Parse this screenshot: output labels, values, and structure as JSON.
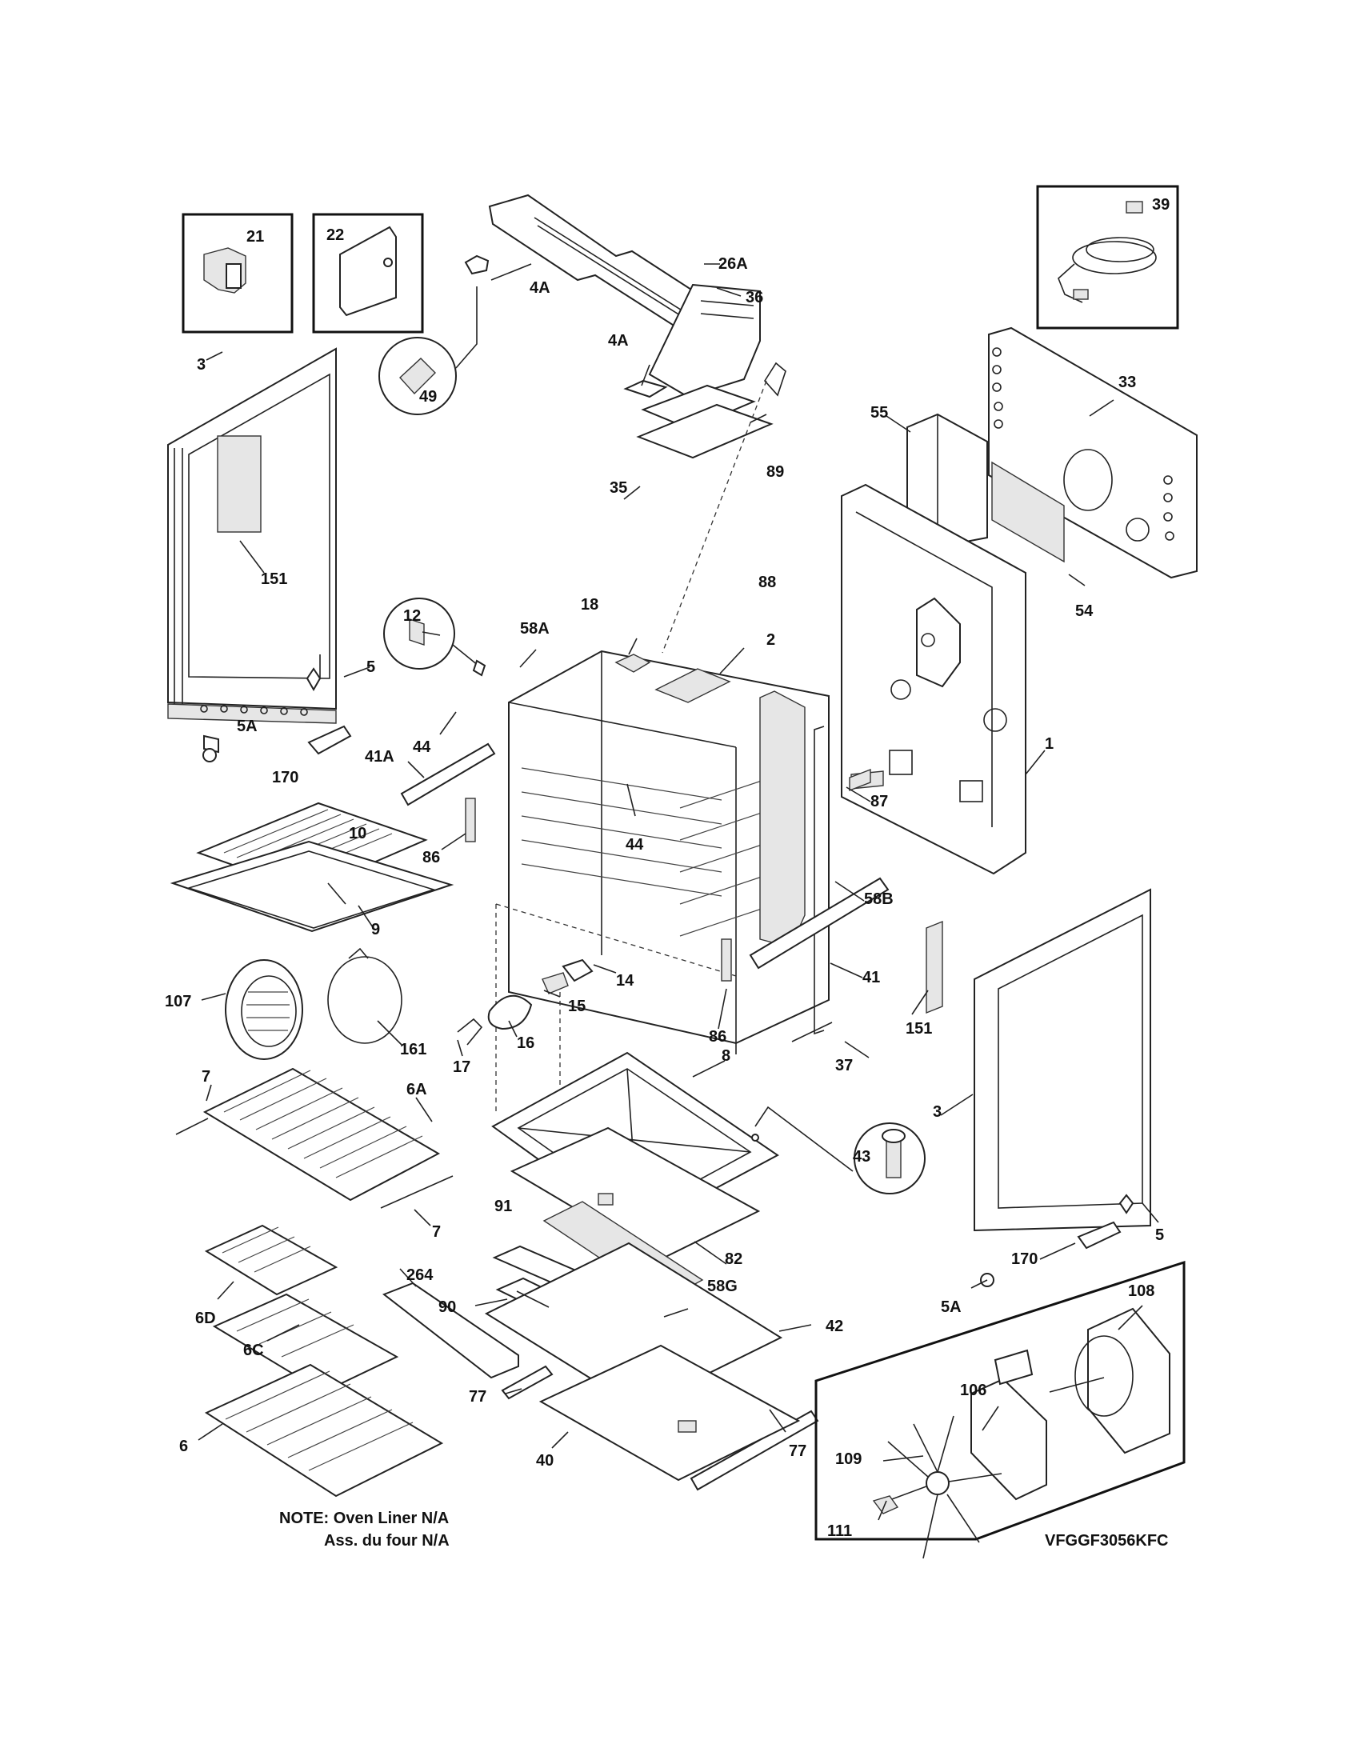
{
  "diagram": {
    "model": "VFGGF3056KFC",
    "note_line1": "NOTE: Oven Liner N/A",
    "note_line2": "Ass. du four N/A",
    "labels": {
      "p21": "21",
      "p22": "22",
      "p39": "39",
      "p26A": "26A",
      "p4A_top": "4A",
      "p4A_mid": "4A",
      "p49": "49",
      "p3_left": "3",
      "p151_left": "151",
      "p5_left": "5",
      "p5A_left": "5A",
      "p170_left": "170",
      "p36": "36",
      "p35": "35",
      "p89": "89",
      "p88": "88",
      "p33": "33",
      "p55": "55",
      "p54": "54",
      "p12": "12",
      "p18": "18",
      "p58A": "58A",
      "p2": "2",
      "p1": "1",
      "p44_left": "44",
      "p44_mid": "44",
      "p41A": "41A",
      "p86_left": "86",
      "p86_mid": "86",
      "p87": "87",
      "p58B": "58B",
      "p10": "10",
      "p9": "9",
      "p14": "14",
      "p15": "15",
      "p16": "16",
      "p17": "17",
      "p41": "41",
      "p37": "37",
      "p151_right": "151",
      "p3_right": "3",
      "p107": "107",
      "p161": "161",
      "p7_top": "7",
      "p6A": "6A",
      "p7_bot": "7",
      "p8": "8",
      "p43": "43",
      "p82": "82",
      "p91": "91",
      "p58G": "58G",
      "p264": "264",
      "p90": "90",
      "p42": "42",
      "p6D": "6D",
      "p6C": "6C",
      "p6": "6",
      "p77_left": "77",
      "p77_right": "77",
      "p40": "40",
      "p5_right": "5",
      "p170_right": "170",
      "p5A_right": "5A",
      "p108": "108",
      "p106": "106",
      "p109": "109",
      "p111": "111"
    }
  }
}
